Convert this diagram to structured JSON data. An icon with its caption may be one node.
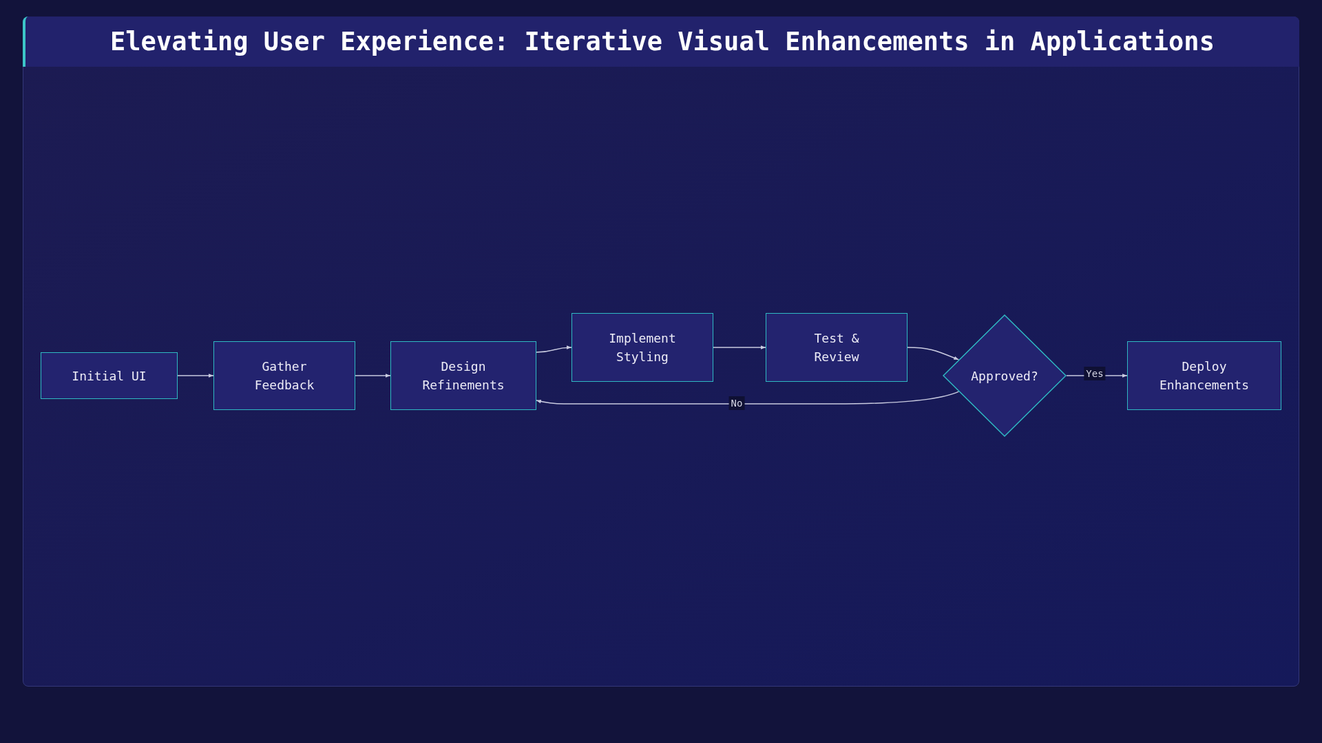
{
  "diagram": {
    "title": "Elevating User Experience: Iterative Visual Enhancements in Applications",
    "nodes": [
      {
        "text": [
          "Initial UI"
        ]
      },
      {
        "text": [
          "Gather Feedback"
        ]
      },
      {
        "text": [
          "Design Refinements"
        ]
      },
      {
        "text": [
          "Implement Styling"
        ]
      },
      {
        "text": [
          "Test & Review"
        ]
      },
      {
        "text": [
          "Approved?"
        ]
      },
      {
        "text": [
          "Deploy Enhancements"
        ]
      }
    ],
    "edges": [
      {
        "from": 0,
        "to": 1,
        "arrow": "to"
      },
      {
        "from": 1,
        "to": 2,
        "arrow": "to"
      },
      {
        "from": 2,
        "to": 3,
        "arrow": "to"
      },
      {
        "from": 3,
        "to": 4,
        "arrow": "to"
      },
      {
        "from": 4,
        "to": 5,
        "arrow": "to"
      },
      {
        "from": 5,
        "to": 2,
        "arrow": "to",
        "label": "No"
      },
      {
        "from": 5,
        "to": 6,
        "arrow": "to",
        "label": "Yes"
      }
    ]
  }
}
